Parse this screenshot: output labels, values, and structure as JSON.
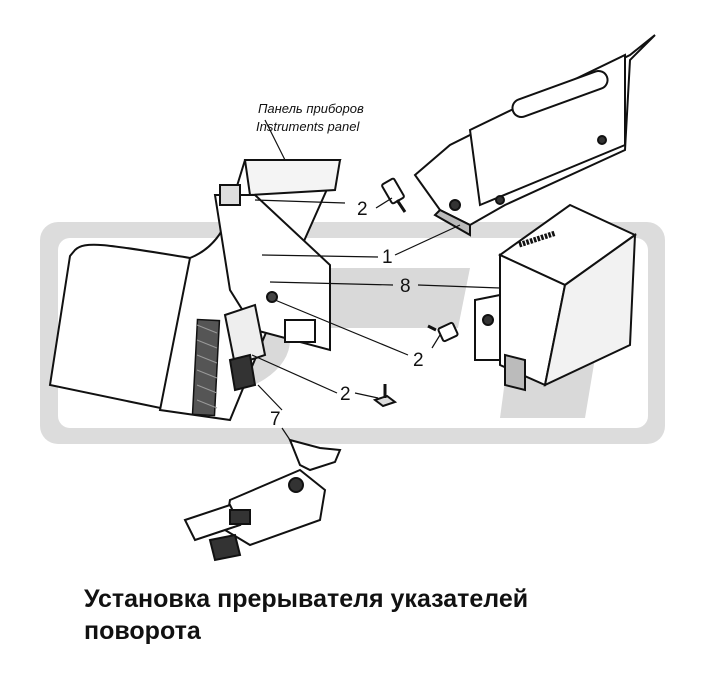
{
  "panel_label": {
    "ru": "Панель приборов",
    "en": "Instruments panel"
  },
  "callouts": [
    "2",
    "1",
    "8",
    "2",
    "2",
    "7"
  ],
  "caption": {
    "line1": "Установка прерывателя указателей",
    "line2": "поворота"
  },
  "colors": {
    "ink": "#111111",
    "watermark": "#d9d9d9"
  }
}
